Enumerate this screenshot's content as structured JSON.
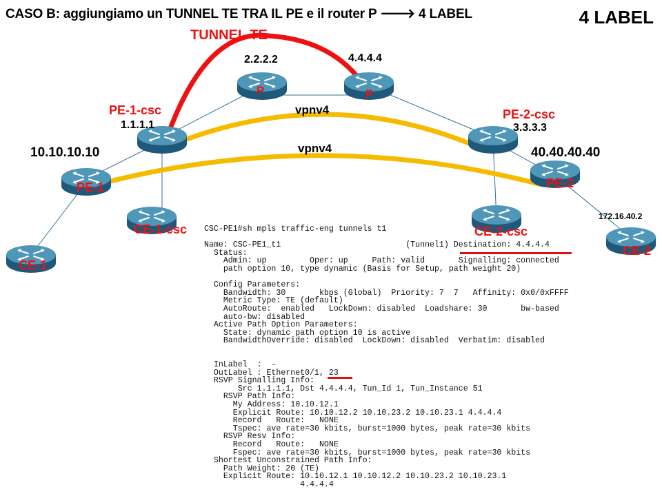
{
  "title": "CASO B: aggiungiamo un TUNNEL TE TRA IL  PE e il router P",
  "title_suffix": "4 LABEL",
  "arrow_glyph": "🡒",
  "badge": "4 LABEL",
  "colors": {
    "tunnel": "#ee1111",
    "vpn": "#f5bb00",
    "router_body": "#2f7a9c",
    "link": "#2d6f99",
    "label_red": "#ee1111"
  },
  "links": {
    "tunnel_label": "TUNNEL   TE",
    "vpn_top_label": "vpnv4",
    "vpn_bottom_label": "vpnv4"
  },
  "routers": [
    {
      "id": "p-left",
      "inner": "P",
      "address": "2.2.2.2"
    },
    {
      "id": "p-right",
      "inner": "P",
      "address": "4.4.4.4"
    },
    {
      "id": "pe1csc",
      "name": "PE-1-csc",
      "address": "1.1.1.1"
    },
    {
      "id": "pe2csc",
      "name": "PE-2-csc",
      "address": "3.3.3.3"
    },
    {
      "id": "pe1",
      "inner": "PE-1",
      "address": "10.10.10.10"
    },
    {
      "id": "pe2",
      "inner": "PE-2",
      "address": "40.40.40.40"
    },
    {
      "id": "ce1csc",
      "inner": "CE-1-csc"
    },
    {
      "id": "ce2csc",
      "inner": "CE-2-csc"
    },
    {
      "id": "ce1",
      "inner": "CE-1"
    },
    {
      "id": "ce2",
      "inner": "CE-2",
      "address": "172.16.40.2"
    }
  ],
  "cli_output": [
    "CSC-PE1#sh mpls traffic-eng tunnels t1",
    "",
    "Name: CSC-PE1_t1                          (Tunnel1) Destination: 4.4.4.4",
    "  Status:",
    "    Admin: up         Oper: up     Path: valid       Signalling: connected",
    "    path option 10, type dynamic (Basis for Setup, path weight 20)",
    "",
    "  Config Parameters:",
    "    Bandwidth: 30       kbps (Global)  Priority: 7  7   Affinity: 0x0/0xFFFF",
    "    Metric Type: TE (default)",
    "    AutoRoute:  enabled   LockDown: disabled  Loadshare: 30       bw-based",
    "    auto-bw: disabled",
    "  Active Path Option Parameters:",
    "    State: dynamic path option 10 is active",
    "    BandwidthOverride: disabled  LockDown: disabled  Verbatim: disabled",
    "",
    "",
    "  InLabel  :  -",
    "  OutLabel : Ethernet0/1, 23",
    "  RSVP Signalling Info:",
    "       Src 1.1.1.1, Dst 4.4.4.4, Tun_Id 1, Tun_Instance 51",
    "    RSVP Path Info:",
    "      My Address: 10.10.12.1",
    "      Explicit Route: 10.10.12.2 10.10.23.2 10.10.23.1 4.4.4.4",
    "      Record   Route:   NONE",
    "      Tspec: ave rate=30 kbits, burst=1000 bytes, peak rate=30 kbits",
    "    RSVP Resv Info:",
    "      Record   Route:   NONE",
    "      Fspec: ave rate=30 kbits, burst=1000 bytes, peak rate=30 kbits",
    "  Shortest Unconstrained Path Info:",
    "    Path Weight: 20 (TE)",
    "    Explicit Route: 10.10.12.1 10.10.12.2 10.10.23.2 10.10.23.1",
    "                    4.4.4.4"
  ],
  "highlights": [
    "Destination: 4.4.4.4",
    "23"
  ]
}
